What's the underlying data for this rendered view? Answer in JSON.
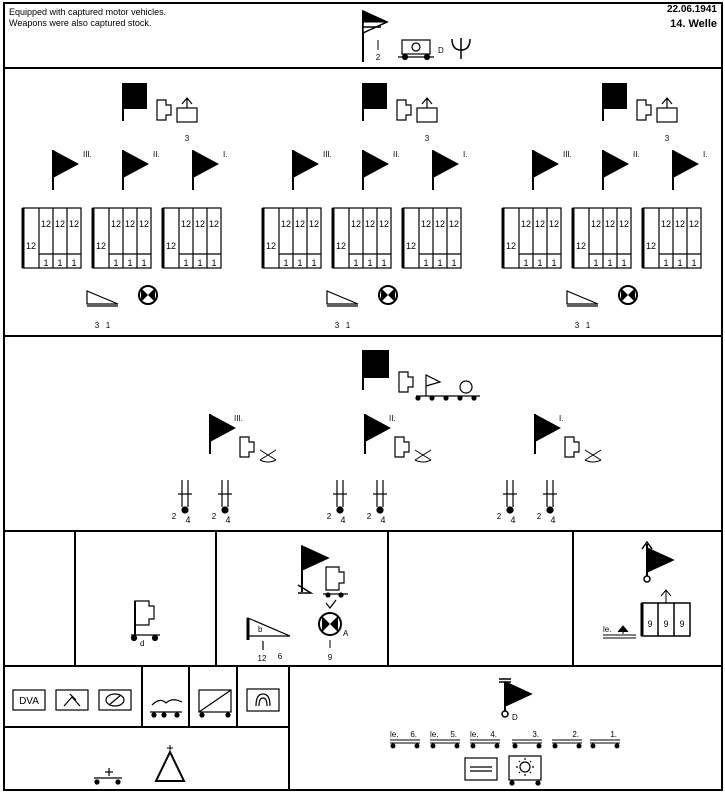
{
  "header": {
    "notes": [
      "Equipped with captured motor vehicles.",
      "Weapons were also captured stock."
    ],
    "date": "22.06.1941",
    "wave": "14. Welle",
    "hq_label_d": "D",
    "hq_strength": "2"
  },
  "regiment": {
    "battalion_numerals": [
      "III.",
      "II.",
      "I."
    ],
    "company_numbers": [
      "12",
      "12",
      "12"
    ],
    "mg_company_number": "12",
    "company_vehicle_counts": [
      "1",
      "1",
      "1"
    ],
    "hq_strength": "3",
    "infantry_gun_counts": [
      "3",
      "1"
    ]
  },
  "artillery": {
    "battalion_numerals": [
      "III.",
      "II.",
      "I."
    ],
    "gun_counts": [
      "2",
      "4"
    ]
  },
  "support": {
    "antitank_strength": "12",
    "antitank_count": "6",
    "antitank_letter": "b",
    "recon_strength": "9",
    "recon_letter": "A",
    "supply_letter": "d",
    "engineer_counts": [
      "9",
      "9",
      "9"
    ],
    "engineer_label": "le."
  },
  "services": {
    "labels": [
      "DVA"
    ],
    "column_labels": [
      "le.",
      "6.",
      "le.",
      "5.",
      "le.",
      "4.",
      "3.",
      "2.",
      "1."
    ],
    "column_hq_letter": "D"
  }
}
